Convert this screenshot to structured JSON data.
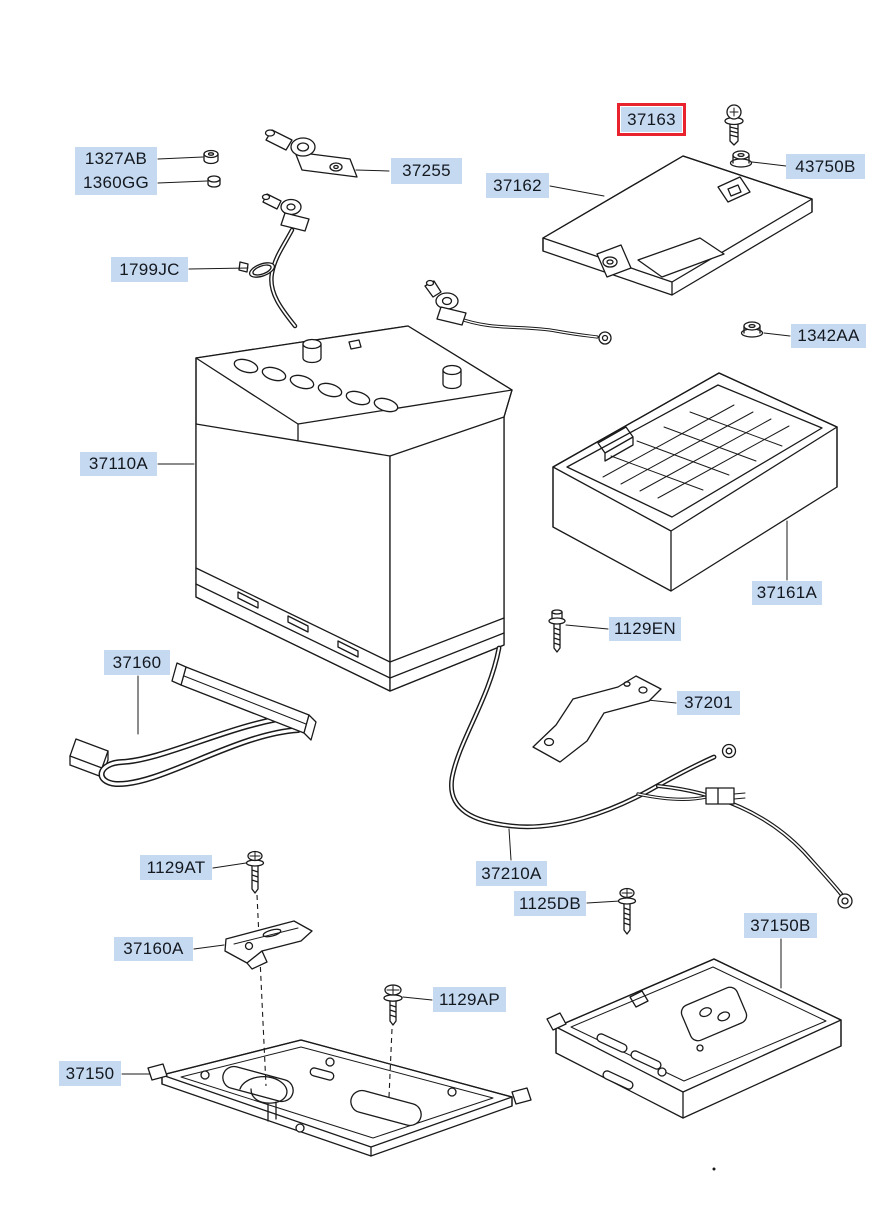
{
  "colors": {
    "background": "#ffffff",
    "label_background": "#c5d9f1",
    "label_text": "#14181f",
    "highlight_box": "#e8232e",
    "line": "#1a1a1a"
  },
  "highlighted_part": "37163",
  "labels": [
    {
      "part": "1327AB"
    },
    {
      "part": "1360GG"
    },
    {
      "part": "37255"
    },
    {
      "part": "37162"
    },
    {
      "part": "37163"
    },
    {
      "part": "43750B"
    },
    {
      "part": "1799JC"
    },
    {
      "part": "1342AA"
    },
    {
      "part": "37110A"
    },
    {
      "part": "37161A"
    },
    {
      "part": "1129EN"
    },
    {
      "part": "37160"
    },
    {
      "part": "37201"
    },
    {
      "part": "37210A"
    },
    {
      "part": "1125DB"
    },
    {
      "part": "37150B"
    },
    {
      "part": "1129AT"
    },
    {
      "part": "37160A"
    },
    {
      "part": "1129AP"
    },
    {
      "part": "37150"
    }
  ]
}
